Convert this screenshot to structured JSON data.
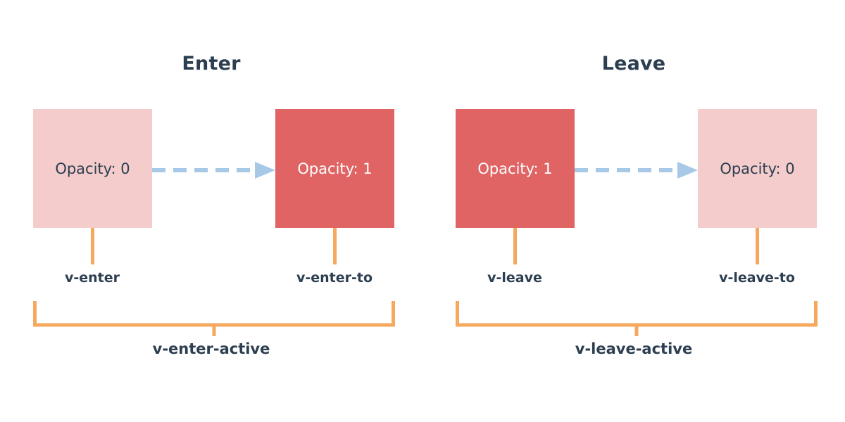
{
  "colors": {
    "background": "#ffffff",
    "box_faded": "#f4cccc",
    "box_solid": "#e06464",
    "arrow": "#a8c8e8",
    "bracket": "#f5a85e",
    "text_dark": "#2c3e50",
    "text_light": "#ffffff"
  },
  "panels": [
    {
      "id": "enter",
      "title": "Enter",
      "from_box": {
        "label": "Opacity: 0",
        "fill": "faded",
        "class_name": "v-enter"
      },
      "to_box": {
        "label": "Opacity: 1",
        "fill": "solid",
        "class_name": "v-enter-to"
      },
      "arrow_icon": "dashed-arrow-right-icon",
      "active_class": "v-enter-active"
    },
    {
      "id": "leave",
      "title": "Leave",
      "from_box": {
        "label": "Opacity: 1",
        "fill": "solid",
        "class_name": "v-leave"
      },
      "to_box": {
        "label": "Opacity: 0",
        "fill": "faded",
        "class_name": "v-leave-to"
      },
      "arrow_icon": "dashed-arrow-right-icon",
      "active_class": "v-leave-active"
    }
  ]
}
